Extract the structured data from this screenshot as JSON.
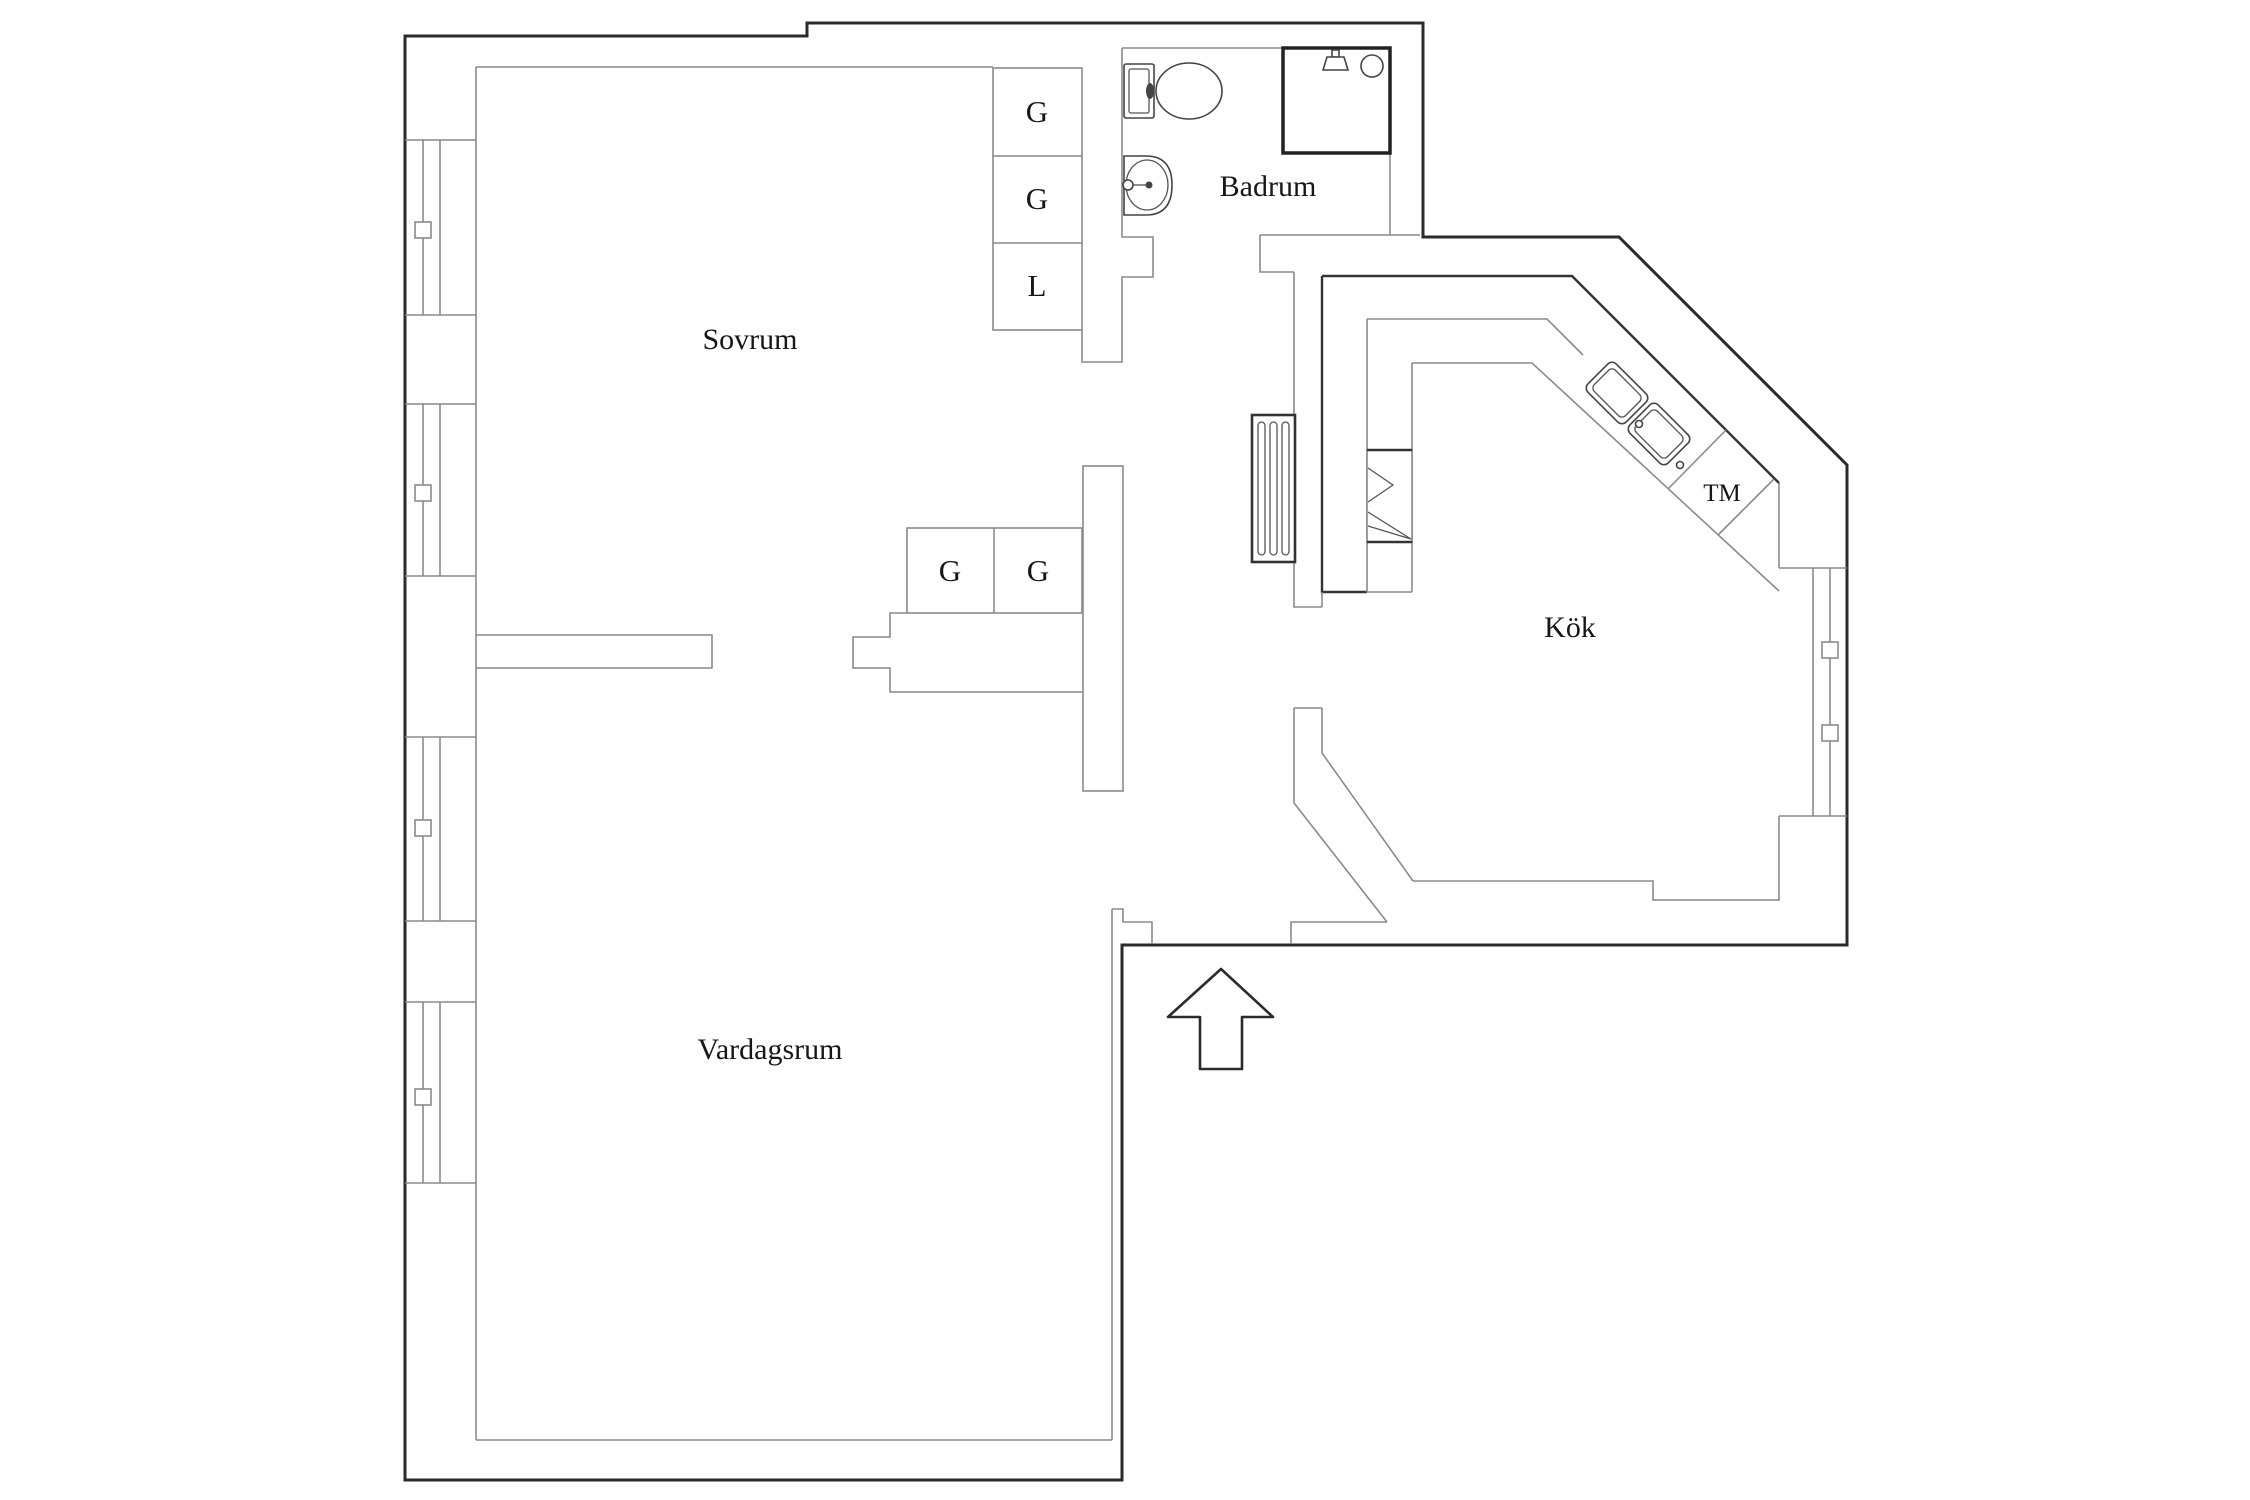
{
  "plan": {
    "type": "apartment-floor-plan",
    "rooms": {
      "sovrum": "Sovrum",
      "vardagsrum": "Vardagsrum",
      "badrum": "Badrum",
      "kok": "Kök"
    },
    "storage": {
      "wardrobe_top_1": "G",
      "wardrobe_top_2": "G",
      "linen_top": "L",
      "wardrobe_mid_1": "G",
      "wardrobe_mid_2": "G"
    },
    "appliances": {
      "washing_machine": "TM"
    },
    "fixtures": [
      "toilet",
      "washbasin",
      "shower",
      "kitchen-double-sink",
      "radiator",
      "appliance-cabinet",
      "entrance-arrow",
      "window-handle"
    ],
    "colors": {
      "background": "#ffffff",
      "outer_wall": "#2b2b2b",
      "inner_wall": "#8a8a8a",
      "fixture_line": "#444444",
      "text": "#161616"
    }
  }
}
